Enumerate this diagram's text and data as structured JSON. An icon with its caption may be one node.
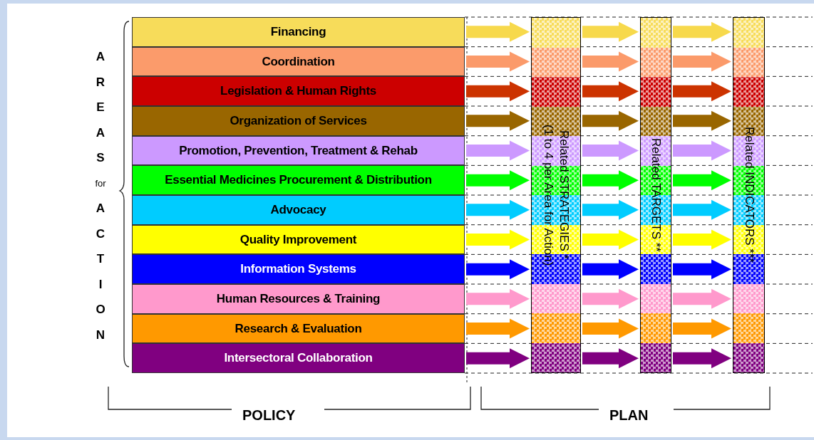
{
  "diagram": {
    "nodes": [
      {
        "text": [
          "Financing"
        ]
      },
      {
        "text": [
          "Coordination"
        ]
      },
      {
        "text": [
          "Legislation & Human Rights"
        ]
      },
      {
        "text": [
          "Organization of Services"
        ]
      },
      {
        "text": [
          "Promotion, Prevention, Treatment & Rehab"
        ]
      },
      {
        "text": [
          "Essential Medicines Procurement & Distribution"
        ]
      },
      {
        "text": [
          "Advocacy"
        ]
      },
      {
        "text": [
          "Quality Improvement"
        ]
      },
      {
        "text": [
          "Information Systems"
        ]
      },
      {
        "text": [
          "Human Resources & Training"
        ]
      },
      {
        "text": [
          "Research & Evaluation"
        ]
      },
      {
        "text": [
          "Intersectoral Collaboration"
        ]
      },
      {
        "text": [
          "Related STRATEGIES *",
          "(1 to 4 per Area for Action)"
        ]
      },
      {
        "text": [
          "Related TARGETS **"
        ]
      },
      {
        "text": [
          "Related INDICATORS ***"
        ]
      }
    ],
    "edges": [
      {
        "from": 0,
        "to": 12,
        "arrow": "to",
        "color": "#f7d94c"
      },
      {
        "from": 1,
        "to": 12,
        "arrow": "to",
        "color": "#fb9a6a"
      },
      {
        "from": 2,
        "to": 12,
        "arrow": "to",
        "color": "#cc3300"
      },
      {
        "from": 3,
        "to": 12,
        "arrow": "to",
        "color": "#996600"
      },
      {
        "from": 4,
        "to": 12,
        "arrow": "to",
        "color": "#cc99ff"
      },
      {
        "from": 5,
        "to": 12,
        "arrow": "to",
        "color": "#00ff00"
      },
      {
        "from": 6,
        "to": 12,
        "arrow": "to",
        "color": "#00ccff"
      },
      {
        "from": 7,
        "to": 12,
        "arrow": "to",
        "color": "#ffff00"
      },
      {
        "from": 8,
        "to": 12,
        "arrow": "to",
        "color": "#0000ff"
      },
      {
        "from": 9,
        "to": 12,
        "arrow": "to",
        "color": "#ff99cc"
      },
      {
        "from": 10,
        "to": 12,
        "arrow": "to",
        "color": "#ff9900"
      },
      {
        "from": 11,
        "to": 12,
        "arrow": "to",
        "color": "#800080"
      },
      {
        "from": 12,
        "to": 13,
        "arrow": "to",
        "color": "#f7d94c"
      },
      {
        "from": 12,
        "to": 13,
        "arrow": "to",
        "color": "#fb9a6a"
      },
      {
        "from": 12,
        "to": 13,
        "arrow": "to",
        "color": "#cc3300"
      },
      {
        "from": 12,
        "to": 13,
        "arrow": "to",
        "color": "#996600"
      },
      {
        "from": 12,
        "to": 13,
        "arrow": "to",
        "color": "#cc99ff"
      },
      {
        "from": 12,
        "to": 13,
        "arrow": "to",
        "color": "#00ff00"
      },
      {
        "from": 12,
        "to": 13,
        "arrow": "to",
        "color": "#00ccff"
      },
      {
        "from": 12,
        "to": 13,
        "arrow": "to",
        "color": "#ffff00"
      },
      {
        "from": 12,
        "to": 13,
        "arrow": "to",
        "color": "#0000ff"
      },
      {
        "from": 12,
        "to": 13,
        "arrow": "to",
        "color": "#ff99cc"
      },
      {
        "from": 12,
        "to": 13,
        "arrow": "to",
        "color": "#ff9900"
      },
      {
        "from": 12,
        "to": 13,
        "arrow": "to",
        "color": "#800080"
      },
      {
        "from": 13,
        "to": 14,
        "arrow": "to",
        "color": "#f7d94c"
      },
      {
        "from": 13,
        "to": 14,
        "arrow": "to",
        "color": "#fb9a6a"
      },
      {
        "from": 13,
        "to": 14,
        "arrow": "to",
        "color": "#cc3300"
      },
      {
        "from": 13,
        "to": 14,
        "arrow": "to",
        "color": "#996600"
      },
      {
        "from": 13,
        "to": 14,
        "arrow": "to",
        "color": "#cc99ff"
      },
      {
        "from": 13,
        "to": 14,
        "arrow": "to",
        "color": "#00ff00"
      },
      {
        "from": 13,
        "to": 14,
        "arrow": "to",
        "color": "#00ccff"
      },
      {
        "from": 13,
        "to": 14,
        "arrow": "to",
        "color": "#ffff00"
      },
      {
        "from": 13,
        "to": 14,
        "arrow": "to",
        "color": "#0000ff"
      },
      {
        "from": 13,
        "to": 14,
        "arrow": "to",
        "color": "#ff99cc"
      },
      {
        "from": 13,
        "to": 14,
        "arrow": "to",
        "color": "#ff9900"
      },
      {
        "from": 13,
        "to": 14,
        "arrow": "to",
        "color": "#800080"
      }
    ],
    "labels": [
      "AREAS for ACTION",
      "POLICY",
      "PLAN"
    ]
  }
}
